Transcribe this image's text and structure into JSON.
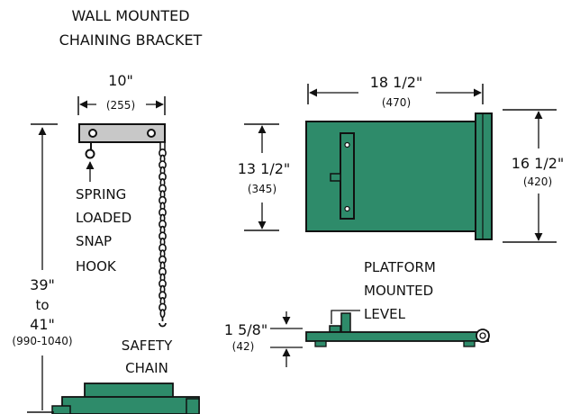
{
  "title": {
    "line1": "WALL MOUNTED",
    "line2": "CHAINING BRACKET"
  },
  "bracket_width": {
    "in": "10\"",
    "mm": "(255)"
  },
  "snap_hook": {
    "l1": "SPRING",
    "l2": "LOADED",
    "l3": "SNAP",
    "l4": "HOOK"
  },
  "height_range": {
    "l1": "39\"",
    "l2": "to",
    "l3": "41\"",
    "mm": "(990-1040)"
  },
  "safety_chain": {
    "l1": "SAFETY",
    "l2": "CHAIN"
  },
  "platform_width": {
    "in": "18 1/2\"",
    "mm": "(470)"
  },
  "platform_depth": {
    "in": "13 1/2\"",
    "mm": "(345)"
  },
  "platform_side": {
    "in": "16 1/2\"",
    "mm": "(420)"
  },
  "platform_level": {
    "l1": "PLATFORM",
    "l2": "MOUNTED",
    "l3": "LEVEL"
  },
  "platform_thickness": {
    "in": "1 5/8\"",
    "mm": "(42)"
  },
  "colors": {
    "green": "#2e8b6a",
    "dark_green": "#1f6a50",
    "steel": "#c8c8c8",
    "line": "#111111"
  }
}
